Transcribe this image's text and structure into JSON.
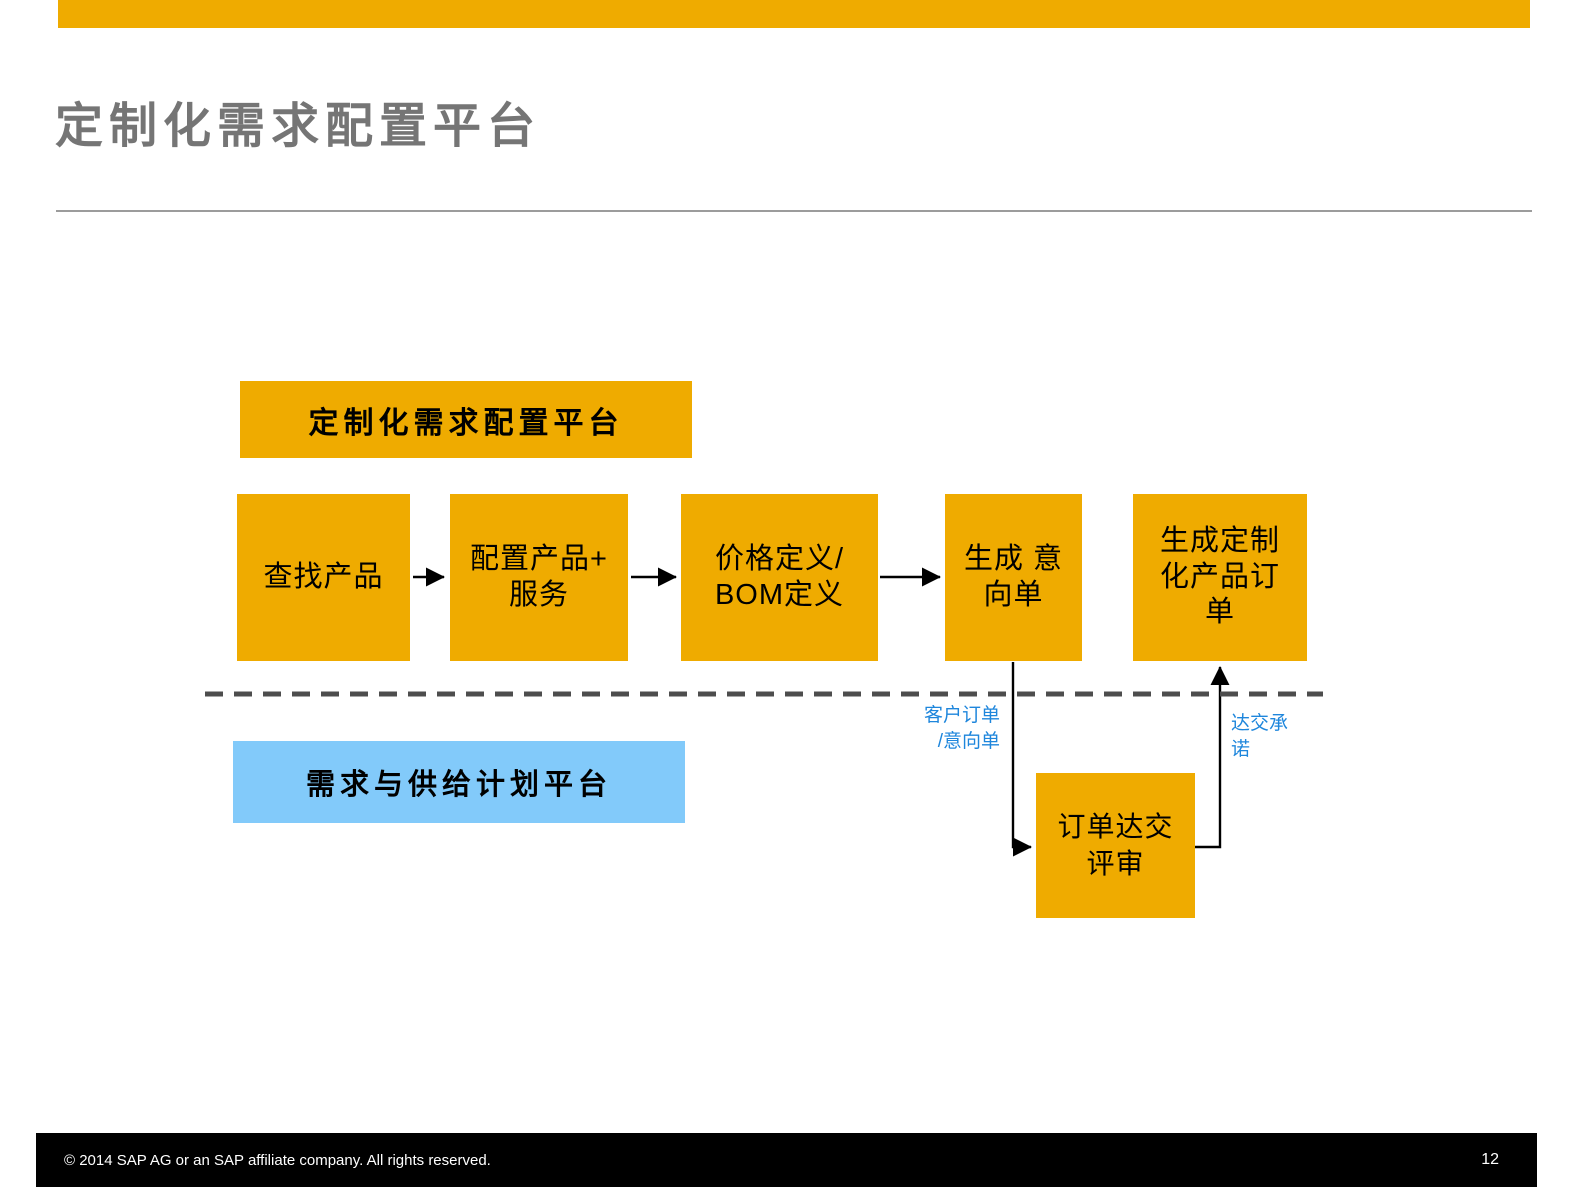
{
  "slide": {
    "title": "定制化需求配置平台",
    "footer": {
      "copyright": "© 2014 SAP AG or an SAP affiliate company. All rights reserved.",
      "page_number": "12"
    }
  },
  "colors": {
    "accent_orange": "#EFAB00",
    "platform_light_blue": "#82CAFA",
    "connector_label_blue": "#1E86DC",
    "title_gray": "#757575",
    "dashed_divider_gray": "#4D4D4D",
    "footer_black": "#000000"
  },
  "diagram": {
    "top_platform_label": "定制化需求配置平台",
    "bottom_platform_label": "需求与供给计划平台",
    "flow_boxes": [
      {
        "id": "find-product",
        "label": "查找产品"
      },
      {
        "id": "configure-product-service",
        "label": "配置产品+\n服务"
      },
      {
        "id": "price-bom-definition",
        "label": "价格定义/\nBOM定义"
      },
      {
        "id": "create-intent-order",
        "label": "生成 意\n向单"
      },
      {
        "id": "create-customized-product-order",
        "label": "生成定制\n化产品订\n单"
      }
    ],
    "review_box_label": "订单达交\n评审",
    "connector_labels": {
      "customer_order_intent": "客户订单\n/意向单",
      "delivery_commitment": "达交承\n诺"
    }
  }
}
